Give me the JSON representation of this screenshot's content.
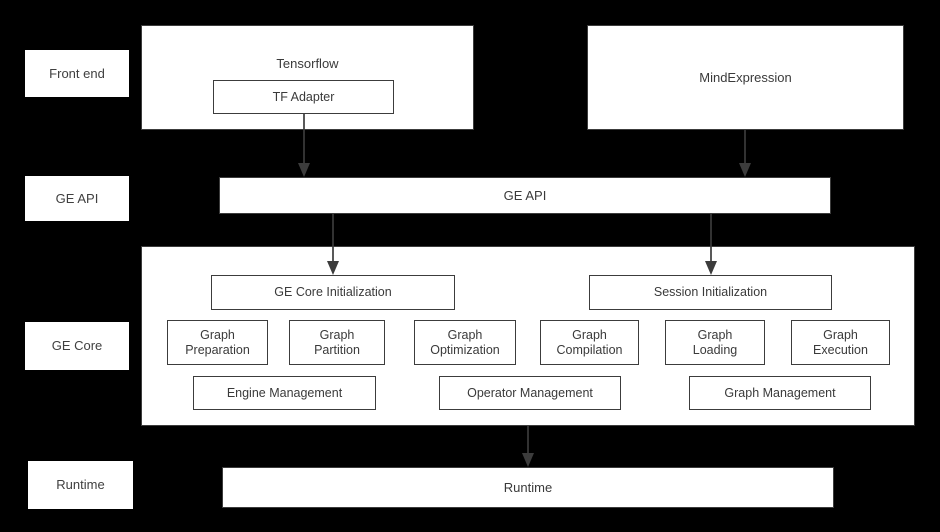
{
  "diagram": {
    "title": "GE architecture layered diagram",
    "background_color": "#000000",
    "box_fill": "#ffffff",
    "stroke_color": "#3c3c3c",
    "text_color": "#3a3a3a"
  },
  "layers": [
    {
      "id": "front-end",
      "label": "Front end"
    },
    {
      "id": "ge-api",
      "label": "GE API"
    },
    {
      "id": "ge-core",
      "label": "GE Core"
    },
    {
      "id": "runtime",
      "label": "Runtime"
    }
  ],
  "front_end": {
    "tensorflow": {
      "label": "Tensorflow",
      "adapter": {
        "label": "TF Adapter"
      }
    },
    "mindexpression": {
      "label": "MindExpression"
    }
  },
  "ge_api_bar": {
    "label": "GE API"
  },
  "ge_core": {
    "initializers": [
      {
        "id": "ge-core-initialization",
        "label": "GE Core Initialization"
      },
      {
        "id": "session-initialization",
        "label": "Session Initialization"
      }
    ],
    "modules": [
      {
        "id": "graph-preparation",
        "label": "Graph\nPreparation"
      },
      {
        "id": "graph-partition",
        "label": "Graph\nPartition"
      },
      {
        "id": "graph-optimization",
        "label": "Graph\nOptimization"
      },
      {
        "id": "graph-compilation",
        "label": "Graph\nCompilation"
      },
      {
        "id": "graph-loading",
        "label": "Graph\nLoading"
      },
      {
        "id": "graph-execution",
        "label": "Graph\nExecution"
      }
    ],
    "managers": [
      {
        "id": "engine-management",
        "label": "Engine Management"
      },
      {
        "id": "operator-management",
        "label": "Operator Management"
      },
      {
        "id": "graph-management",
        "label": "Graph Management"
      }
    ]
  },
  "runtime_bar": {
    "label": "Runtime"
  },
  "connections": [
    {
      "id": "tf-adapter-to-ge-api",
      "from": "TF Adapter",
      "to": "GE API"
    },
    {
      "id": "mindexpression-to-ge-api",
      "from": "MindExpression",
      "to": "GE API"
    },
    {
      "id": "ge-api-to-core-init",
      "from": "GE API",
      "to": "GE Core Initialization"
    },
    {
      "id": "ge-api-to-session-init",
      "from": "GE API",
      "to": "Session Initialization"
    },
    {
      "id": "ge-core-to-runtime",
      "from": "GE Core",
      "to": "Runtime"
    }
  ]
}
